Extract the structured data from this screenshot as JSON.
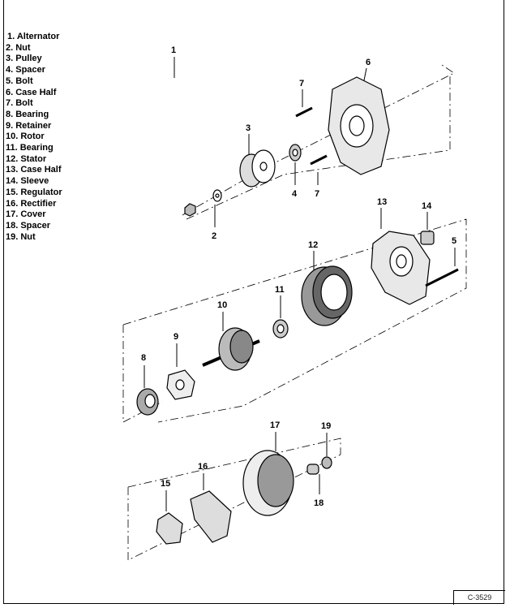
{
  "legend": [
    "1. Alternator",
    "2. Nut",
    "3. Pulley",
    "4. Spacer",
    "5. Bolt",
    "6. Case Half",
    "7. Bolt",
    "8. Bearing",
    "9. Retainer",
    "10. Rotor",
    "11. Bearing",
    "12. Stator",
    "13. Case Half",
    "14. Sleeve",
    "15. Regulator",
    "16. Rectifier",
    "17. Cover",
    "18. Spacer",
    "19. Nut"
  ],
  "callouts": {
    "c1": "1",
    "c2": "2",
    "c3": "3",
    "c4": "4",
    "c5": "5",
    "c6": "6",
    "c7a": "7",
    "c7b": "7",
    "c8": "8",
    "c9": "9",
    "c10": "10",
    "c11": "11",
    "c12": "12",
    "c13": "13",
    "c14": "14",
    "c15": "15",
    "c16": "16",
    "c17": "17",
    "c18": "18",
    "c19": "19"
  },
  "figure_code": "C-3529"
}
